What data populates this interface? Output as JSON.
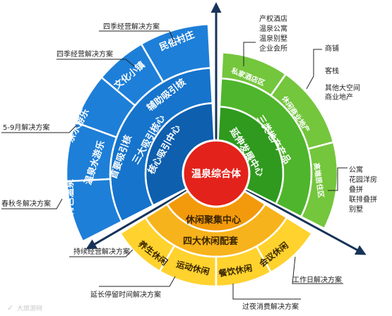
{
  "colors": {
    "blue_outer": "#1e7fd8",
    "blue_mid": "#1674cc",
    "blue_inner": "#0e5fae",
    "green_outer": "#74c63d",
    "green_mid": "#4fb52c",
    "green_inner": "#2f9a1e",
    "orange_outer": "#ffd22e",
    "orange_mid": "#f7b31b",
    "orange_inner": "#f29a0c",
    "center": "#e3221b",
    "arrow": "#173358",
    "line": "#222222"
  },
  "center": {
    "label": "温泉综合体"
  },
  "blue": {
    "inner": [
      "核心吸引中心",
      "三大吸引核心"
    ],
    "mid": [
      "首要吸引核",
      "辅助吸引核"
    ],
    "outer": [
      "特色温泉",
      "温泉水游乐",
      "亲水游乐",
      "文化小镇",
      "民俗村庄"
    ]
  },
  "green": {
    "inner": "延伸发展中心",
    "mid": "三类地产产品",
    "outer": [
      "私家酒店区",
      "休闲商业地产",
      "高端居住区"
    ]
  },
  "orange": {
    "inner": "休闲聚集中心",
    "mid": "四大休闲配套",
    "outer": [
      "养生休闲",
      "运动休闲",
      "餐饮休闲",
      "会议休闲"
    ]
  },
  "callouts_left": [
    "四季经营解决方案",
    "四季经营解决方案",
    "5-9月解决方案",
    "春秋冬解决方案"
  ],
  "callouts_bottom": [
    "持续经营解决方案",
    "延长停留时间解决方案",
    "过夜消费解决方案",
    "工作日解决方案"
  ],
  "callouts_right": {
    "group1": [
      "产权酒店",
      "温泉公寓",
      "温泉别墅",
      "企业会所"
    ],
    "group2": [
      "商铺",
      "客栈",
      "其他大空间",
      "商业地产"
    ],
    "group3": [
      "公寓",
      "花园洋房",
      "叠拼",
      "联排叠拼",
      "别墅"
    ]
  },
  "watermark": "大旅游网"
}
